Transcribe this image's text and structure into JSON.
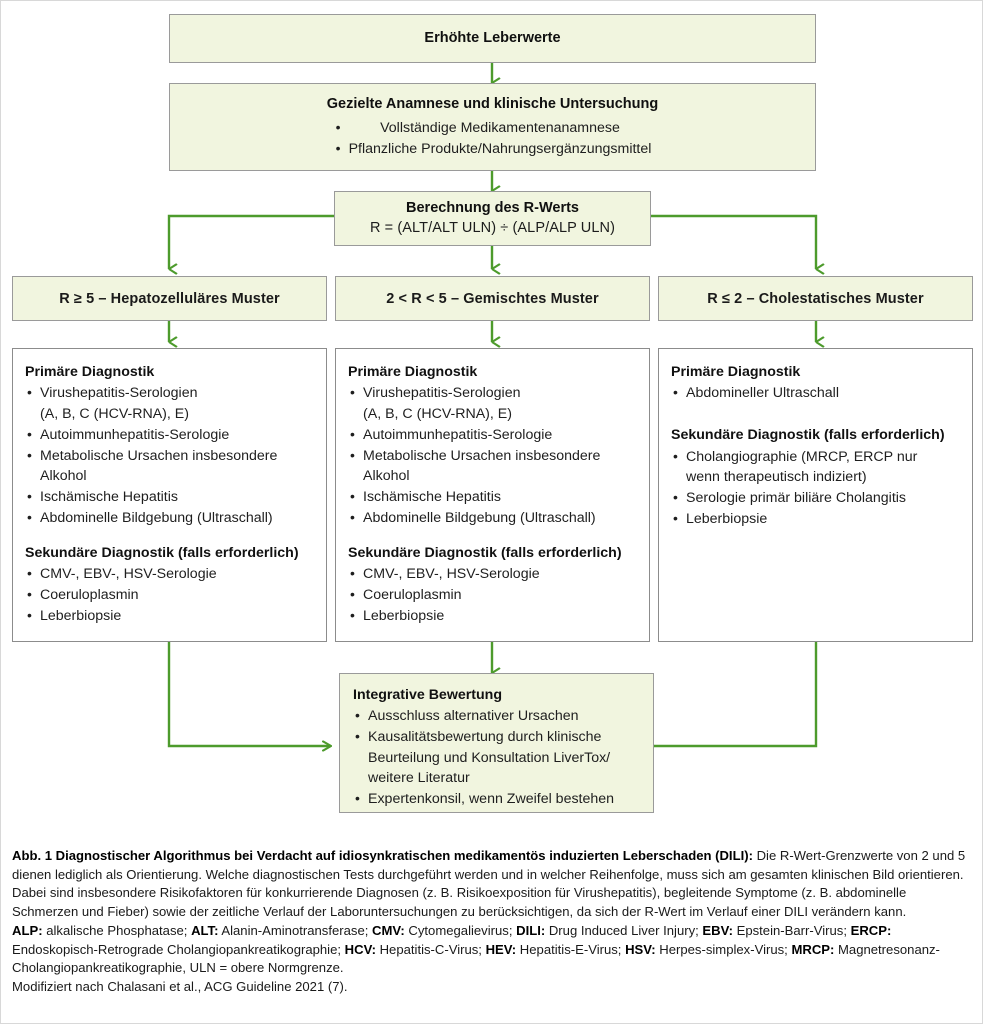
{
  "figure": {
    "accent_green": "#4d9b2c",
    "box_fill": "#f1f5df",
    "box_border": "#9a9a9a"
  },
  "nodes": {
    "start": {
      "title": "Erhöhte Leberwerte"
    },
    "anamnese": {
      "title": "Gezielte Anamnese und klinische Untersuchung",
      "items": [
        "Vollständige Medikamentenanamnese",
        "Pflanzliche Produkte/Nahrungsergänzungsmittel"
      ]
    },
    "rwert": {
      "title": "Berechnung des R-Werts",
      "formula": "R = (ALT/ALT ULN) ÷ (ALP/ALP ULN)"
    },
    "patterns": [
      {
        "label": "R ≥ 5 – Hepatozelluläres Muster"
      },
      {
        "label": "2 < R < 5 – Gemischtes Muster"
      },
      {
        "label": "R ≤ 2 – Cholestatisches Muster"
      }
    ],
    "columns": [
      {
        "primary_heading": "Primäre Diagnostik",
        "primary_items": [
          {
            "text": "Virushepatitis-Serologien",
            "cont": "(A, B, C (HCV-RNA), E)"
          },
          {
            "text": "Autoimmunhepatitis-Serologie"
          },
          {
            "text": "Metabolische Ursachen insbesondere",
            "cont": "Alkohol"
          },
          {
            "text": "Ischämische Hepatitis"
          },
          {
            "text": "Abdominelle Bildgebung (Ultraschall)"
          }
        ],
        "secondary_heading": "Sekundäre Diagnostik (falls erforderlich)",
        "secondary_items": [
          {
            "text": "CMV-, EBV-, HSV-Serologie"
          },
          {
            "text": "Coeruloplasmin"
          },
          {
            "text": "Leberbiopsie"
          }
        ]
      },
      {
        "primary_heading": "Primäre Diagnostik",
        "primary_items": [
          {
            "text": "Virushepatitis-Serologien",
            "cont": "(A, B, C (HCV-RNA), E)"
          },
          {
            "text": "Autoimmunhepatitis-Serologie"
          },
          {
            "text": "Metabolische Ursachen insbesondere",
            "cont": "Alkohol"
          },
          {
            "text": "Ischämische Hepatitis"
          },
          {
            "text": "Abdominelle Bildgebung (Ultraschall)"
          }
        ],
        "secondary_heading": "Sekundäre Diagnostik (falls erforderlich)",
        "secondary_items": [
          {
            "text": "CMV-, EBV-, HSV-Serologie"
          },
          {
            "text": "Coeruloplasmin"
          },
          {
            "text": "Leberbiopsie"
          }
        ]
      },
      {
        "primary_heading": "Primäre Diagnostik",
        "primary_items": [
          {
            "text": "Abdomineller Ultraschall"
          }
        ],
        "secondary_heading": "Sekundäre Diagnostik (falls erforderlich)",
        "secondary_items": [
          {
            "text": "Cholangiographie (MRCP, ERCP nur",
            "cont": "wenn therapeutisch indiziert)"
          },
          {
            "text": "Serologie primär biliäre Cholangitis"
          },
          {
            "text": "Leberbiopsie"
          }
        ]
      }
    ],
    "integrative": {
      "heading": "Integrative Bewertung",
      "items": [
        {
          "text": "Ausschluss alternativer Ursachen"
        },
        {
          "text": "Kausalitätsbewertung durch klinische",
          "cont": "Beurteilung und Konsultation LiverTox/",
          "cont2": "weitere Literatur"
        },
        {
          "text": "Expertenkonsil, wenn Zweifel bestehen"
        }
      ]
    }
  },
  "caption": {
    "figure_number": "Abb. 1",
    "title": "Diagnostischer Algorithmus bei Verdacht auf idiosynkratischen medikamentös induzierten Leberschaden (DILI):",
    "body": "Die R-Wert-Grenzwerte von 2 und 5 dienen lediglich als Orientierung. Welche diagnostischen Tests durchgeführt werden und in welcher Reihenfolge, muss sich am gesamten klinischen Bild orientieren. Dabei sind insbesondere Risikofaktoren für konkurrierende Diagnosen (z. B. Risikoexposition für Virushepatitis), begleitende Symptome (z. B. abdominelle Schmerzen und Fieber) sowie der zeitliche Verlauf der Laboruntersuchungen zu berücksichtigen, da sich der R-Wert im Verlauf einer DILI verändern kann.",
    "abbreviations": [
      {
        "key": "ALP:",
        "value": " alkalische Phosphatase;"
      },
      {
        "key": "ALT:",
        "value": " Alanin-Aminotransferase;"
      },
      {
        "key": "CMV:",
        "value": " Cytomegalievirus;"
      },
      {
        "key": "DILI:",
        "value": " Drug Induced Liver Injury;"
      },
      {
        "key": "EBV:",
        "value": " Epstein-Barr-Virus;"
      },
      {
        "key": "ERCP:",
        "value": " Endoskopisch-Retrograde Cholangiopankreatikographie;"
      },
      {
        "key": "HCV:",
        "value": " Hepatitis-C-Virus;"
      },
      {
        "key": "HEV:",
        "value": " Hepatitis-E-Virus;"
      },
      {
        "key": "HSV:",
        "value": " Herpes-simplex-Virus;"
      },
      {
        "key": "MRCP:",
        "value": " Magnetresonanz-Cholangiopankreatikographie, ULN = obere Normgrenze."
      }
    ],
    "source": "Modifiziert nach Chalasani et al., ACG Guideline 2021 (7)."
  }
}
